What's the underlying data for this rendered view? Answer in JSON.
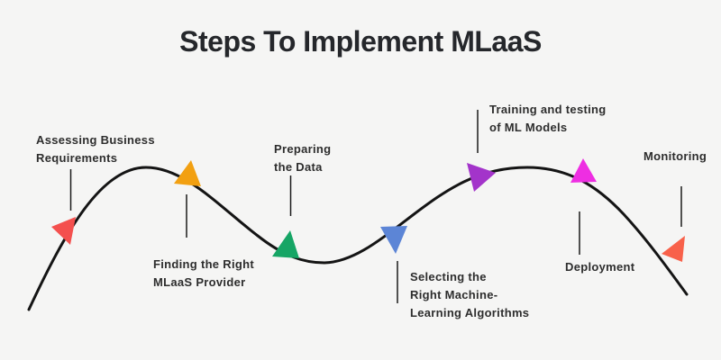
{
  "title": "Steps To Implement MLaaS",
  "colors": {
    "background": "#f5f5f4",
    "curve": "#141414",
    "connector": "#1a1a1a",
    "label_text": "#2d2d2d",
    "title_text": "#25272b"
  },
  "steps": [
    {
      "label": "Assessing Business\nRequirements",
      "marker_color": "#f4504e",
      "marker_direction": "left"
    },
    {
      "label": "Finding the Right\nMLaaS Provider",
      "marker_color": "#f2a011",
      "marker_direction": "up"
    },
    {
      "label": "Preparing\nthe Data",
      "marker_color": "#16a565",
      "marker_direction": "up"
    },
    {
      "label": "Selecting the\nRight Machine-\nLearning Algorithms",
      "marker_color": "#5c85d6",
      "marker_direction": "down"
    },
    {
      "label": "Training and testing\nof ML Models",
      "marker_color": "#a334ca",
      "marker_direction": "right"
    },
    {
      "label": "Deployment",
      "marker_color": "#ee2ee2",
      "marker_direction": "up"
    },
    {
      "label": "Monitoring",
      "marker_color": "#f8614a",
      "marker_direction": "left"
    }
  ]
}
